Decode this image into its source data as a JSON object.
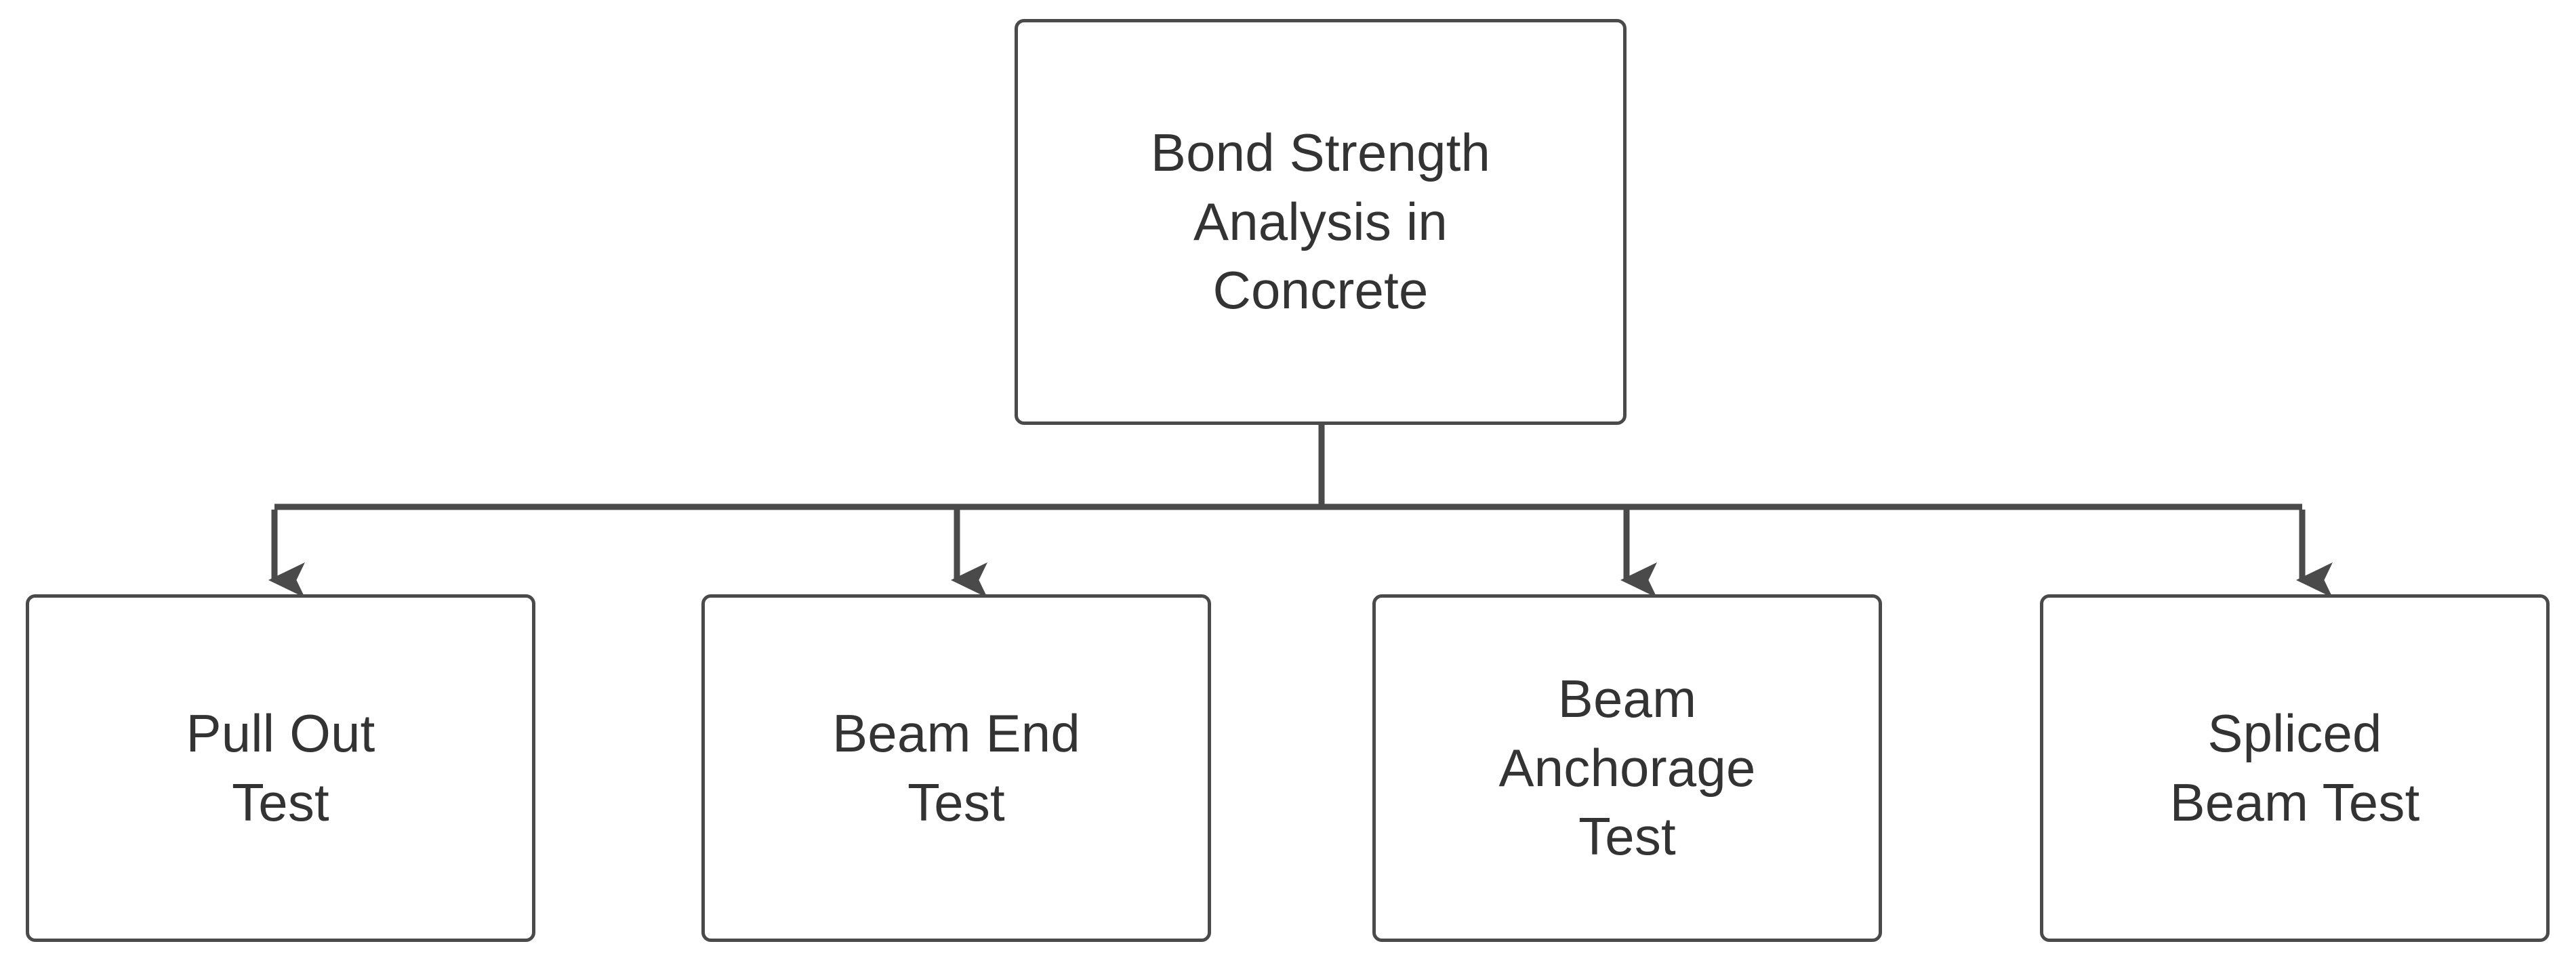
{
  "diagram": {
    "type": "flowchart",
    "orientation": "top-down",
    "background_color": "#ffffff",
    "node_border_color": "#4a4a4a",
    "node_fill_color": "#ffffff",
    "text_color": "#333333",
    "edge_color": "#4a4a4a",
    "root": {
      "id": "root",
      "label": "Bond Strength\nAnalysis in\nConcrete",
      "lines": [
        "Bond Strength",
        "Analysis in",
        "Concrete"
      ]
    },
    "children": [
      {
        "id": "pull-out-test",
        "label": "Pull Out\nTest",
        "lines": [
          "Pull Out",
          "Test"
        ]
      },
      {
        "id": "beam-end-test",
        "label": "Beam End\nTest",
        "lines": [
          "Beam End",
          "Test"
        ]
      },
      {
        "id": "beam-anchorage-test",
        "label": "Beam\nAnchorage\nTest",
        "lines": [
          "Beam",
          "Anchorage",
          "Test"
        ]
      },
      {
        "id": "spliced-beam-test",
        "label": "Spliced\nBeam Test",
        "lines": [
          "Spliced",
          "Beam Test"
        ]
      }
    ],
    "edges": [
      {
        "from": "root",
        "to": "pull-out-test",
        "arrow": "down"
      },
      {
        "from": "root",
        "to": "beam-end-test",
        "arrow": "down"
      },
      {
        "from": "root",
        "to": "beam-anchorage-test",
        "arrow": "down"
      },
      {
        "from": "root",
        "to": "spliced-beam-test",
        "arrow": "down"
      }
    ]
  }
}
